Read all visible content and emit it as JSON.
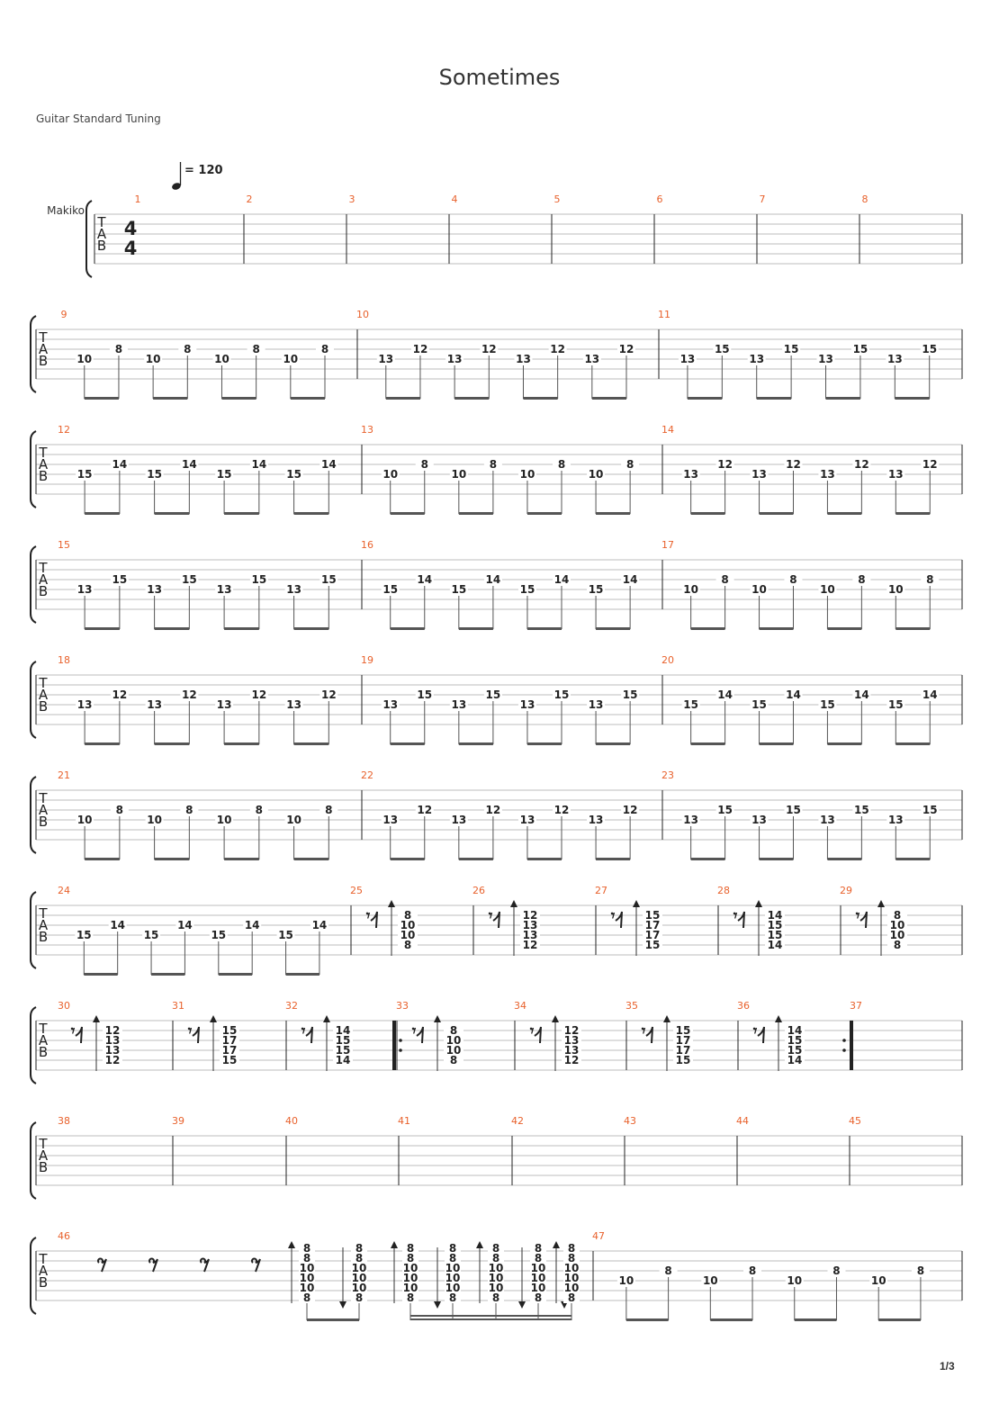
{
  "title": "Sometimes",
  "tuning": "Guitar Standard Tuning",
  "instrument": "Makiko",
  "tempo": "= 120",
  "time_signature": {
    "top": "4",
    "bottom": "4"
  },
  "clef": [
    "T",
    "A",
    "B"
  ],
  "page": "1/3",
  "colors": {
    "measure_number": "#e8612c",
    "staff_line": "#bdbdbd",
    "ink": "#222222"
  },
  "systems": [
    {
      "measures": [
        {
          "n": 1,
          "type": "empty"
        },
        {
          "n": 2,
          "type": "empty"
        },
        {
          "n": 3,
          "type": "empty"
        },
        {
          "n": 4,
          "type": "empty"
        },
        {
          "n": 5,
          "type": "empty"
        },
        {
          "n": 6,
          "type": "empty"
        },
        {
          "n": 7,
          "type": "empty"
        },
        {
          "n": 8,
          "type": "empty"
        }
      ]
    },
    {
      "measures": [
        {
          "n": 9,
          "type": "pairs",
          "low": "10",
          "high": "8"
        },
        {
          "n": 10,
          "type": "pairs",
          "low": "13",
          "high": "12"
        },
        {
          "n": 11,
          "type": "pairs",
          "low": "13",
          "high": "15"
        }
      ]
    },
    {
      "measures": [
        {
          "n": 12,
          "type": "pairs",
          "low": "15",
          "high": "14"
        },
        {
          "n": 13,
          "type": "pairs",
          "low": "10",
          "high": "8"
        },
        {
          "n": 14,
          "type": "pairs",
          "low": "13",
          "high": "12"
        }
      ]
    },
    {
      "measures": [
        {
          "n": 15,
          "type": "pairs",
          "low": "13",
          "high": "15"
        },
        {
          "n": 16,
          "type": "pairs",
          "low": "15",
          "high": "14"
        },
        {
          "n": 17,
          "type": "pairs",
          "low": "10",
          "high": "8"
        }
      ]
    },
    {
      "measures": [
        {
          "n": 18,
          "type": "pairs",
          "low": "13",
          "high": "12"
        },
        {
          "n": 19,
          "type": "pairs",
          "low": "13",
          "high": "15"
        },
        {
          "n": 20,
          "type": "pairs",
          "low": "15",
          "high": "14"
        }
      ]
    },
    {
      "measures": [
        {
          "n": 21,
          "type": "pairs",
          "low": "10",
          "high": "8"
        },
        {
          "n": 22,
          "type": "pairs",
          "low": "13",
          "high": "12"
        },
        {
          "n": 23,
          "type": "pairs",
          "low": "13",
          "high": "15"
        }
      ]
    },
    {
      "measures": [
        {
          "n": 24,
          "type": "pairs",
          "low": "15",
          "high": "14"
        },
        {
          "n": 25,
          "type": "chord",
          "frets": [
            "8",
            "10",
            "10",
            "8"
          ]
        },
        {
          "n": 26,
          "type": "chord",
          "frets": [
            "12",
            "13",
            "13",
            "12"
          ]
        },
        {
          "n": 27,
          "type": "chord",
          "frets": [
            "15",
            "17",
            "17",
            "15"
          ]
        },
        {
          "n": 28,
          "type": "chord",
          "frets": [
            "14",
            "15",
            "15",
            "14"
          ]
        },
        {
          "n": 29,
          "type": "chord",
          "frets": [
            "8",
            "10",
            "10",
            "8"
          ]
        }
      ]
    },
    {
      "measures": [
        {
          "n": 30,
          "type": "chord",
          "frets": [
            "12",
            "13",
            "13",
            "12"
          ]
        },
        {
          "n": 31,
          "type": "chord",
          "frets": [
            "15",
            "17",
            "17",
            "15"
          ]
        },
        {
          "n": 32,
          "type": "chord",
          "frets": [
            "14",
            "15",
            "15",
            "14"
          ]
        },
        {
          "n": 33,
          "type": "chord",
          "frets": [
            "8",
            "10",
            "10",
            "8"
          ],
          "repeat_start": true
        },
        {
          "n": 34,
          "type": "chord",
          "frets": [
            "12",
            "13",
            "13",
            "12"
          ]
        },
        {
          "n": 35,
          "type": "chord",
          "frets": [
            "15",
            "17",
            "17",
            "15"
          ]
        },
        {
          "n": 36,
          "type": "chord",
          "frets": [
            "14",
            "15",
            "15",
            "14"
          ],
          "repeat_end": true
        },
        {
          "n": 37,
          "type": "empty"
        }
      ]
    },
    {
      "measures": [
        {
          "n": 38,
          "type": "empty"
        },
        {
          "n": 39,
          "type": "empty"
        },
        {
          "n": 40,
          "type": "empty"
        },
        {
          "n": 41,
          "type": "empty"
        },
        {
          "n": 42,
          "type": "empty"
        },
        {
          "n": 43,
          "type": "empty"
        },
        {
          "n": 44,
          "type": "empty"
        },
        {
          "n": 45,
          "type": "empty"
        }
      ]
    },
    {
      "measures": [
        {
          "n": 46,
          "type": "strum",
          "frets": [
            "8",
            "8",
            "10",
            "10",
            "10",
            "8"
          ],
          "strokes": [
            "up",
            "down",
            "up",
            "down",
            "up",
            "down",
            "up",
            "down",
            "up"
          ]
        },
        {
          "n": 47,
          "type": "pairs",
          "low": "10",
          "high": "8"
        }
      ]
    }
  ]
}
